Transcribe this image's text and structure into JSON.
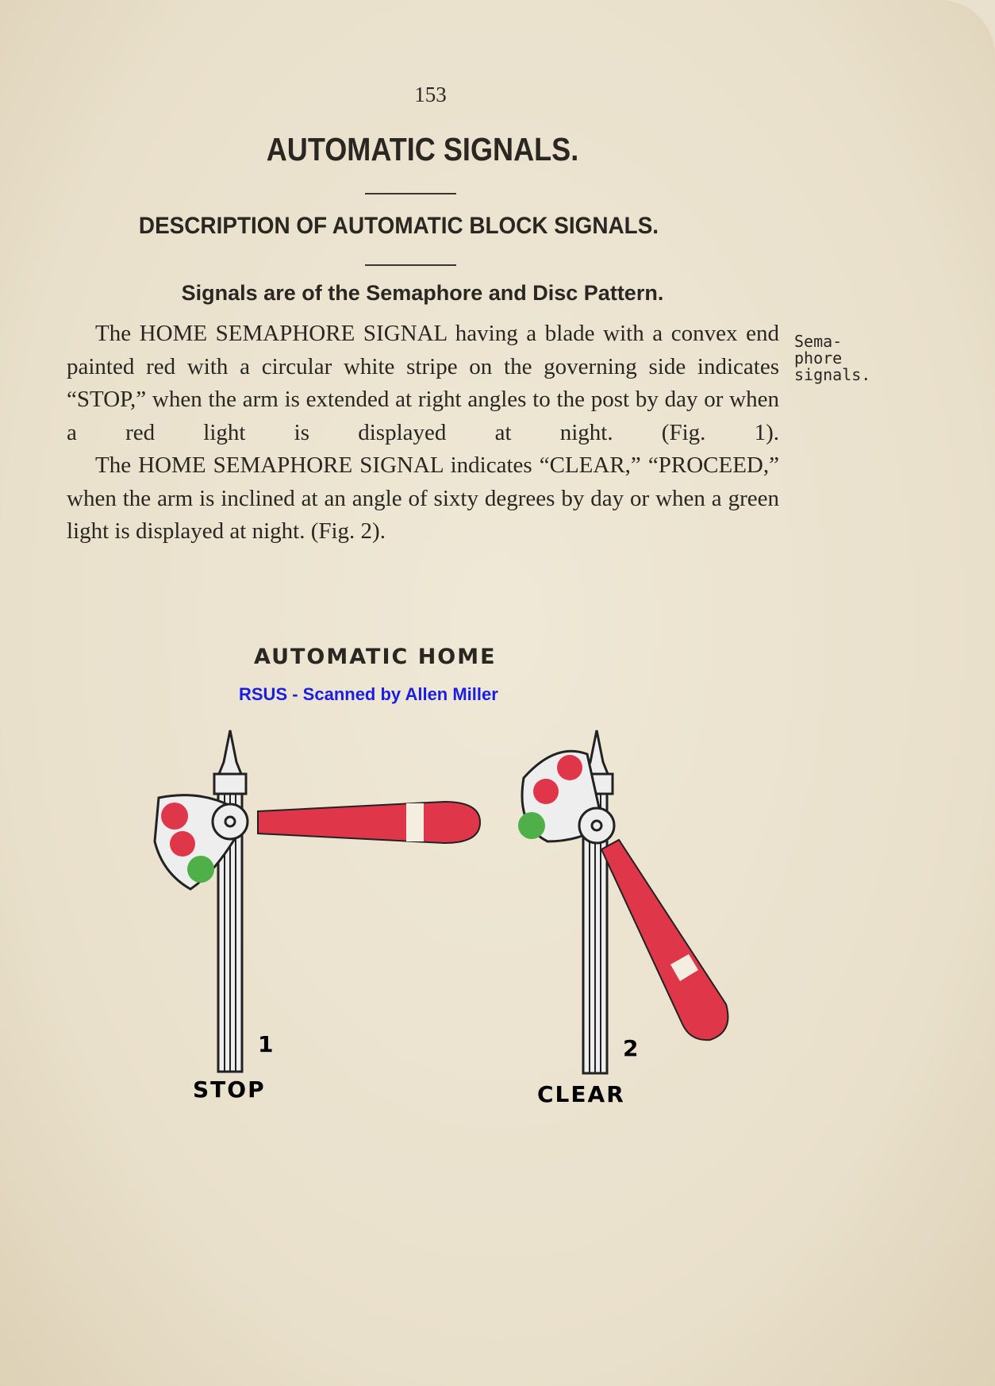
{
  "page_number": "153",
  "title": "AUTOMATIC SIGNALS.",
  "section_heading": "DESCRIPTION OF AUTOMATIC BLOCK SIGNALS.",
  "subheading": "Signals are of the Semaphore and Disc Pattern.",
  "paragraphs": [
    "The HOME SEMAPHORE SIGNAL having a blade with a convex end painted red with a circular white stripe on the governing side indicates “STOP,” when the arm is extended at right angles to the post by day or when a red light is displayed at night. (Fig. 1).",
    "The HOME SEMAPHORE SIGNAL indicates “CLEAR,” “PROCEED,” when the arm is inclined at an angle of sixty degrees by day or when a green light is displayed at night. (Fig. 2)."
  ],
  "margin_note": [
    "Sema-",
    "phore",
    "signals."
  ],
  "figure": {
    "heading": "AUTOMATIC HOME",
    "credit": "RSUS - Scanned by Allen Miller",
    "figures": [
      {
        "number": "1",
        "caption": "STOP"
      },
      {
        "number": "2",
        "caption": "CLEAR"
      }
    ]
  },
  "colors": {
    "blade_red": "#e0364a",
    "lamp_green": "#4fb04a",
    "credit_blue": "#1a1ee0",
    "paper": "#e9e1cd"
  }
}
